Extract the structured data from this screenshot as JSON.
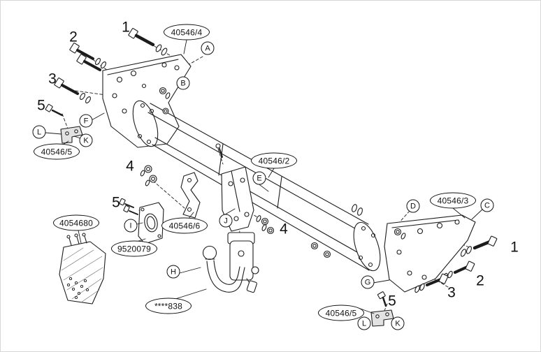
{
  "diagram": {
    "type": "exploded-parts-diagram",
    "subject": "tow bar assembly drawing",
    "colors": {
      "background": "#ffffff",
      "line": "#1c1c1c"
    },
    "callouts": [
      {
        "text": "40546/4"
      },
      {
        "text": "40546/5"
      },
      {
        "text": "40546/2"
      },
      {
        "text": "4054680"
      },
      {
        "text": "40546/6"
      },
      {
        "text": "9520079"
      },
      {
        "text": "****838"
      },
      {
        "text": "40546/3"
      },
      {
        "text": "40546/5"
      }
    ],
    "letter_markers": [
      {
        "text": "A"
      },
      {
        "text": "B"
      },
      {
        "text": "F"
      },
      {
        "text": "L"
      },
      {
        "text": "K"
      },
      {
        "text": "E"
      },
      {
        "text": "I"
      },
      {
        "text": "J"
      },
      {
        "text": "D"
      },
      {
        "text": "C"
      },
      {
        "text": "G"
      },
      {
        "text": "H"
      },
      {
        "text": "L"
      },
      {
        "text": "K"
      }
    ],
    "item_numbers": [
      {
        "text": "1"
      },
      {
        "text": "2"
      },
      {
        "text": "3"
      },
      {
        "text": "5"
      },
      {
        "text": "4"
      },
      {
        "text": "5"
      },
      {
        "text": "4"
      },
      {
        "text": "1"
      },
      {
        "text": "2"
      },
      {
        "text": "3"
      },
      {
        "text": "5"
      }
    ]
  }
}
